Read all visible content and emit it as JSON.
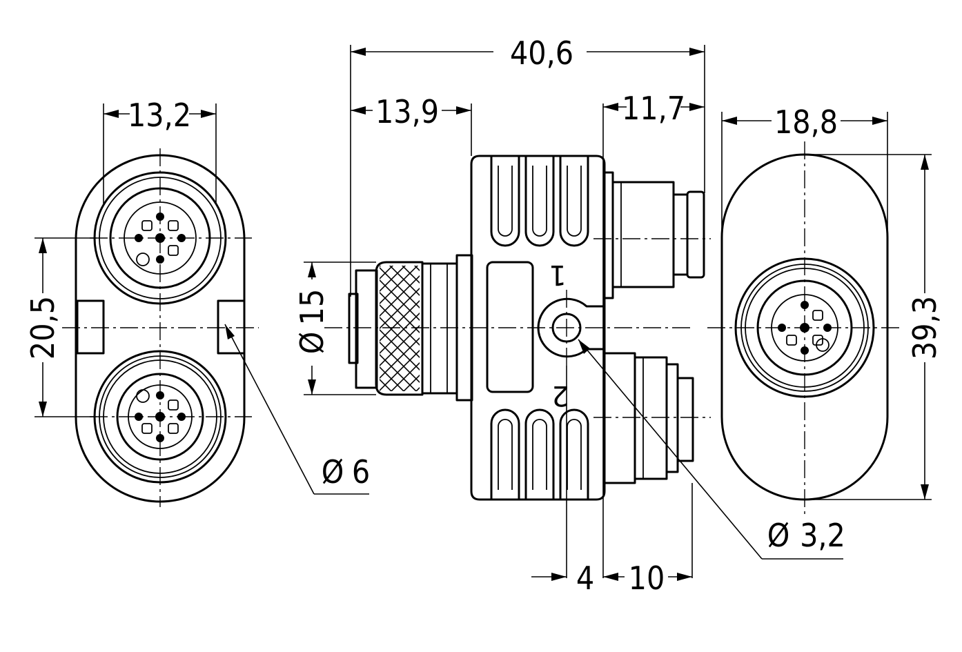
{
  "dimensions": {
    "overall_length": "40,6",
    "left_width": "13,2",
    "female_length": "13,9",
    "male_length": "11,7",
    "right_width": "18,8",
    "pitch": "20,5",
    "outlet_diameter": "15",
    "hole_left": "6",
    "height": "39,3",
    "hole_offset": "4",
    "port_offset": "10",
    "hole_center": "3,2"
  },
  "symbols": {
    "diameter": "Ø"
  },
  "port_marks": {
    "port_1": "1",
    "port_2": "2"
  }
}
